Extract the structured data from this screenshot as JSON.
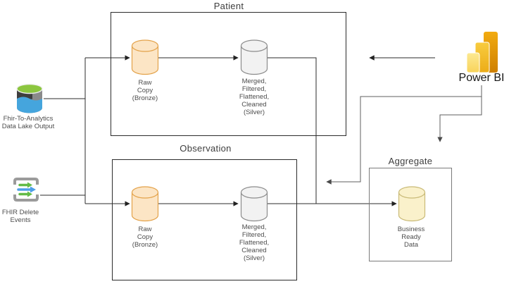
{
  "palette": {
    "background": "#ffffff",
    "flow_line": "#2b2b2b",
    "powerbi_connector_line": "#5f5f5f",
    "group_box_border": "#2b2b2b",
    "aggregate_box_border": "#7a7a7a",
    "bronze_fill": "#FCE5C5",
    "bronze_stroke": "#E3A24A",
    "silver_fill": "#F2F2F2",
    "silver_stroke": "#8C8C8C",
    "gold_fill": "#FAF1CB",
    "gold_stroke": "#C9BA77",
    "powerbi_bar_back": "#E1940E",
    "powerbi_bar_mid": "#F3C331",
    "powerbi_bar_front": "#FBDF7D",
    "lake_green": "#8CC63F",
    "lake_gray": "#8A8A8A",
    "lake_dark": "#3E3E3E",
    "lake_blue": "#45A5DD",
    "fhir_bracket_gray": "#9B9B9B",
    "fhir_green": "#63BB46",
    "fhir_blue": "#4D9FE8",
    "label_text": "#4d4d4d",
    "title_text": "#3d3d3d"
  },
  "groups": {
    "patient": {
      "title": "Patient"
    },
    "observation": {
      "title": "Observation"
    },
    "aggregate": {
      "title": "Aggregate"
    }
  },
  "datastores": {
    "patient_bronze": {
      "label": "Raw\nCopy\n(Bronze)"
    },
    "patient_silver": {
      "label": "Merged,\nFiltered,\nFlattened,\nCleaned\n(Silver)"
    },
    "observation_bronze": {
      "label": "Raw\nCopy\n(Bronze)"
    },
    "observation_silver": {
      "label": "Merged,\nFiltered,\nFlattened,\nCleaned\n(Silver)"
    },
    "aggregate_business": {
      "label": "Business\nReady\nData"
    }
  },
  "sources": {
    "data_lake": {
      "label": "Fhir-To-Analytics\nData Lake Output"
    },
    "fhir_delete": {
      "label": "FHIR Delete\nEvents"
    }
  },
  "consumers": {
    "power_bi": {
      "label": "Power BI"
    }
  }
}
